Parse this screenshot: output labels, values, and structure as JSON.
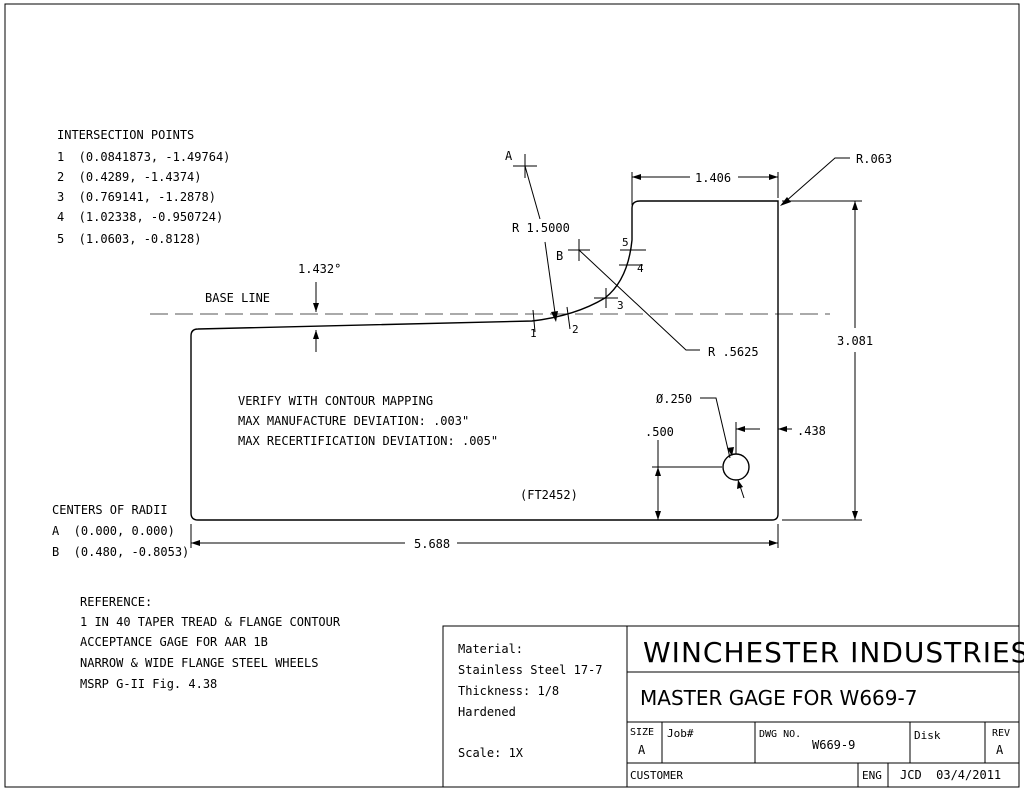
{
  "intersection_points": {
    "title": "INTERSECTION POINTS",
    "items": [
      "1  (0.0841873, -1.49764)",
      "2  (0.4289, -1.4374)",
      "3  (0.769141, -1.2878)",
      "4  (1.02338, -0.950724)",
      "5  (1.0603, -0.8128)"
    ]
  },
  "centers_of_radii": {
    "title": "CENTERS OF RADII",
    "items": [
      "A  (0.000, 0.000)",
      "B  (0.480, -0.8053)"
    ]
  },
  "reference": {
    "title": "REFERENCE:",
    "lines": [
      "1 IN 40 TAPER TREAD & FLANGE CONTOUR",
      "ACCEPTANCE GAGE FOR AAR 1B",
      "NARROW & WIDE FLANGE STEEL WHEELS",
      "MSRP G-II Fig. 4.38"
    ]
  },
  "notes": [
    "VERIFY WITH CONTOUR MAPPING",
    "MAX MANUFACTURE DEVIATION: .003\"",
    "MAX RECERTIFICATION DEVIATION: .005\""
  ],
  "part_id": "(FT2452)",
  "labels": {
    "base_line": "BASE LINE",
    "center_a": "A",
    "center_b": "B",
    "pt1": "1",
    "pt2": "2",
    "pt3": "3",
    "pt4": "4",
    "pt5": "5"
  },
  "dimensions": {
    "angle": "1.432°",
    "r_big": "R 1.5000",
    "r_small": "R .5625",
    "r_corner": "R.063",
    "top_width": "1.406",
    "height": "3.081",
    "hole_dia": "Ø.250",
    "hole_height": ".500",
    "hole_edge": ".438",
    "total_width": "5.688"
  },
  "title_block": {
    "material_label": "Material:",
    "material_value": "Stainless Steel 17-7",
    "thickness": "Thickness: 1/8",
    "hardened": "Hardened",
    "scale": "Scale: 1X",
    "company": "WINCHESTER INDUSTRIES INC.",
    "drawing_title": "MASTER GAGE FOR W669-7",
    "size_label": "SIZE",
    "size_value": "A",
    "job_label": "Job#",
    "dwg_label": "DWG NO.",
    "dwg_value": "W669-9",
    "disk_label": "Disk",
    "rev_label": "REV",
    "rev_value": "A",
    "customer_label": "CUSTOMER",
    "eng_label": "ENG",
    "eng_value": "JCD  03/4/2011"
  }
}
